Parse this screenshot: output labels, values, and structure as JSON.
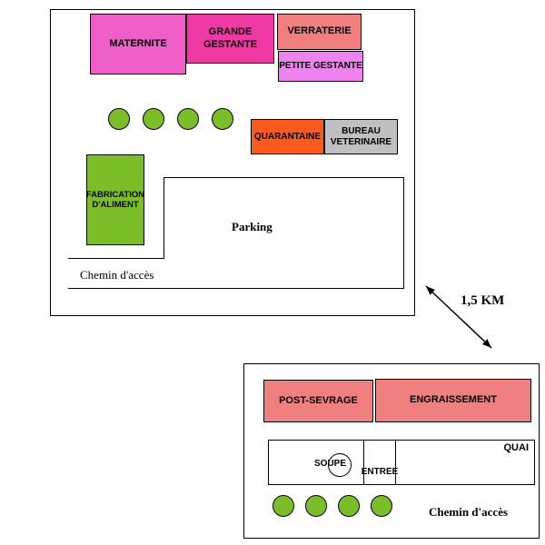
{
  "colors": {
    "maternite": "#EE5FC8",
    "grande_gestante": "#EE3AA2",
    "verraterie": "#F08080",
    "petite_gestante": "#EE82EE",
    "quarantaine": "#FA5A1E",
    "bureau_veterinaire": "#C0C0C0",
    "fabrication_aliment": "#7CBE2A",
    "silo_green": "#7CBE2A",
    "post_sevrage": "#F08080",
    "engraissement": "#F08080"
  },
  "site1": {
    "maternite": "MATERNITE",
    "grande_gestante": "GRANDE GESTANTE",
    "verraterie": "VERRATERIE",
    "petite_gestante": "PETITE GESTANTE",
    "quarantaine": "QUARANTAINE",
    "bureau_veterinaire": "BUREAU VETERINAIRE",
    "fabrication_aliment": "FABRICATION D'ALIMENT",
    "parking": "Parking",
    "road": "Chemin d'accès",
    "silo_count": 4
  },
  "distance": "1,5 KM",
  "site2": {
    "post_sevrage": "POST-SEVRAGE",
    "engraissement": "ENGRAISSEMENT",
    "quai": "QUAI",
    "soupe": "SOUPE",
    "entree": "ENTREE",
    "road": "Chemin d'accès",
    "silo_count": 4
  }
}
